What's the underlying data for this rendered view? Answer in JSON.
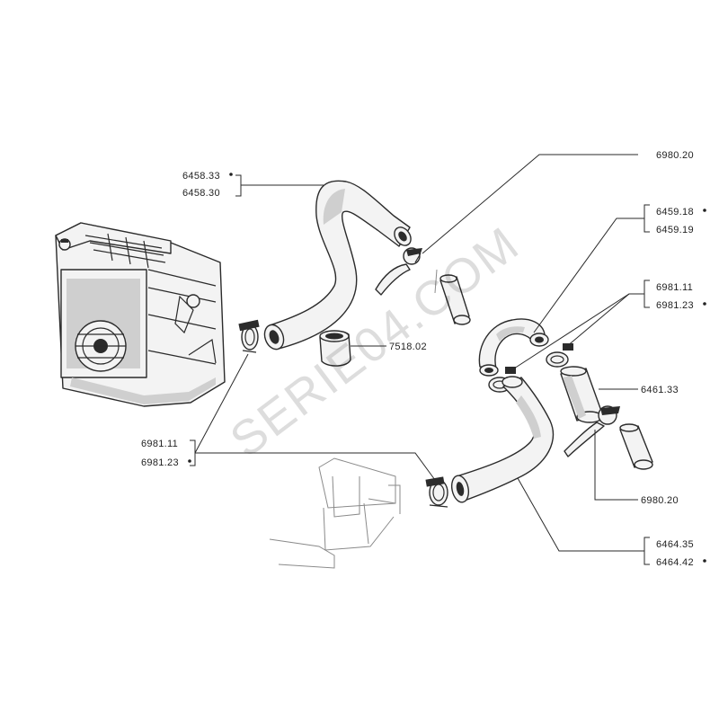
{
  "watermark": "SERIE04.COM",
  "callouts": {
    "hose_upper_a": "6458.33",
    "hose_upper_b": "6458.30",
    "clip_top": "6980.20",
    "elbow_a": "6459.18",
    "elbow_b": "6459.19",
    "clamp_right_a": "6981.11",
    "clamp_right_b": "6981.23",
    "grommet": "7518.02",
    "straight_hose": "6461.33",
    "clamp_left_a": "6981.11",
    "clamp_left_b": "6981.23",
    "clip_bottom": "6980.20",
    "hose_lower_a": "6464.35",
    "hose_lower_b": "6464.42"
  }
}
